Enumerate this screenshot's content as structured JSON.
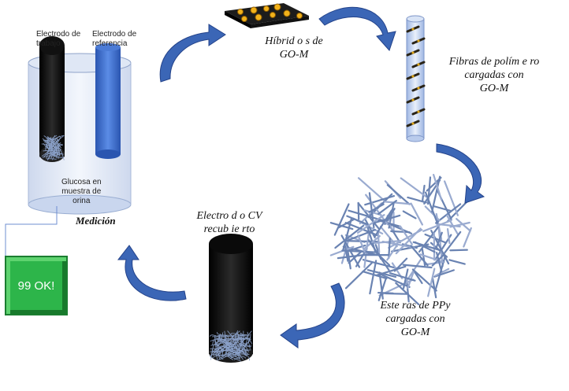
{
  "labels": {
    "hybrids": [
      "Híbrid o s  de",
      "GO-M"
    ],
    "fibers": [
      "Fibras  de  polím e ro",
      "cargadas  con",
      "GO-M"
    ],
    "mats": [
      "Este ras  de  PPy",
      "cargadas  con",
      "GO-M"
    ],
    "coated_electrode": [
      "Electro d o  CV",
      "recub ie rto"
    ],
    "measurement": "Medición",
    "working_electrode": [
      "Electrodo de",
      "trabajo"
    ],
    "reference_electrode": [
      "Electrodo de",
      "referencia"
    ],
    "glucose": [
      "Glucosa en",
      "muestra de",
      "orina"
    ]
  },
  "display": {
    "result": "99 OK!"
  },
  "colors": {
    "arrow": "#3b66b6",
    "arrow_dark": "#24438a",
    "display_green": "#2db54a",
    "reference_electrode": "#3a6fd0",
    "working_electrode": "#111111",
    "fiber_mat": "#6a83b2"
  }
}
